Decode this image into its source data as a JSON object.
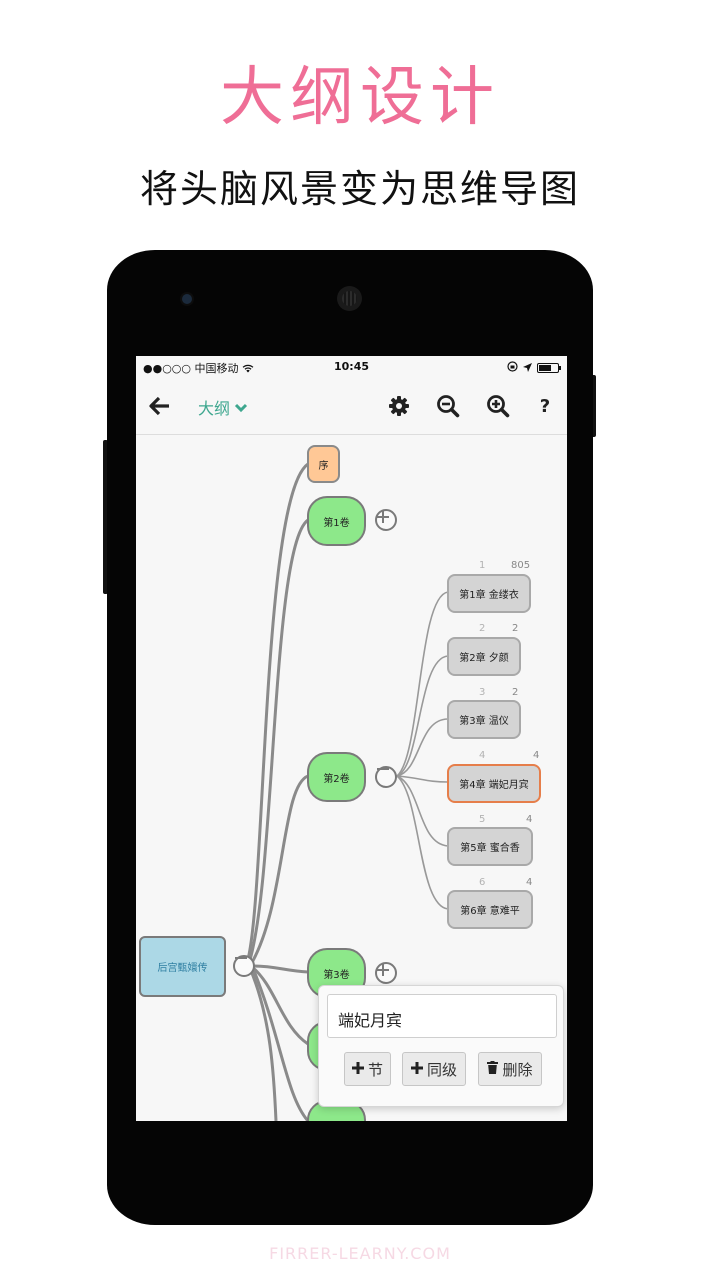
{
  "promo": {
    "title": "大纲设计",
    "subtitle": "将头脑风景变为思维导图",
    "title_color": "#ef6e96"
  },
  "status_bar": {
    "carrier": "●●○○○ 中国移动",
    "time": "10:45"
  },
  "toolbar": {
    "back_icon": "arrow-left-icon",
    "title": "大纲",
    "title_color": "#3ea78f",
    "icons": [
      "gear-icon",
      "zoom-out-icon",
      "zoom-in-icon",
      "help-icon"
    ],
    "help_label": "?"
  },
  "mindmap": {
    "root": "后宫甄嬛传",
    "preface": "序",
    "volumes": [
      "第1卷",
      "第2卷",
      "第3卷"
    ],
    "chapters": [
      {
        "num": "1",
        "count": "805",
        "title": "第1章  金缕衣"
      },
      {
        "num": "2",
        "count": "2",
        "title": "第2章  夕颜"
      },
      {
        "num": "3",
        "count": "2",
        "title": "第3章  温仪"
      },
      {
        "num": "4",
        "count": "4",
        "title": "第4章  端妃月宾",
        "selected": true
      },
      {
        "num": "5",
        "count": "4",
        "title": "第5章   蜜合香"
      },
      {
        "num": "6",
        "count": "4",
        "title": "第6章   意难平"
      }
    ],
    "colors": {
      "volume": "#8de88a",
      "preface": "#ffc896",
      "chapter": "#d4d4d4",
      "root": "#acd8e6",
      "selected_border": "#e67e4a"
    }
  },
  "popup": {
    "input_value": "端妃月宾",
    "buttons": [
      "节",
      "同级",
      "删除"
    ]
  },
  "watermark": "FIRRER-LEARNY.COM"
}
